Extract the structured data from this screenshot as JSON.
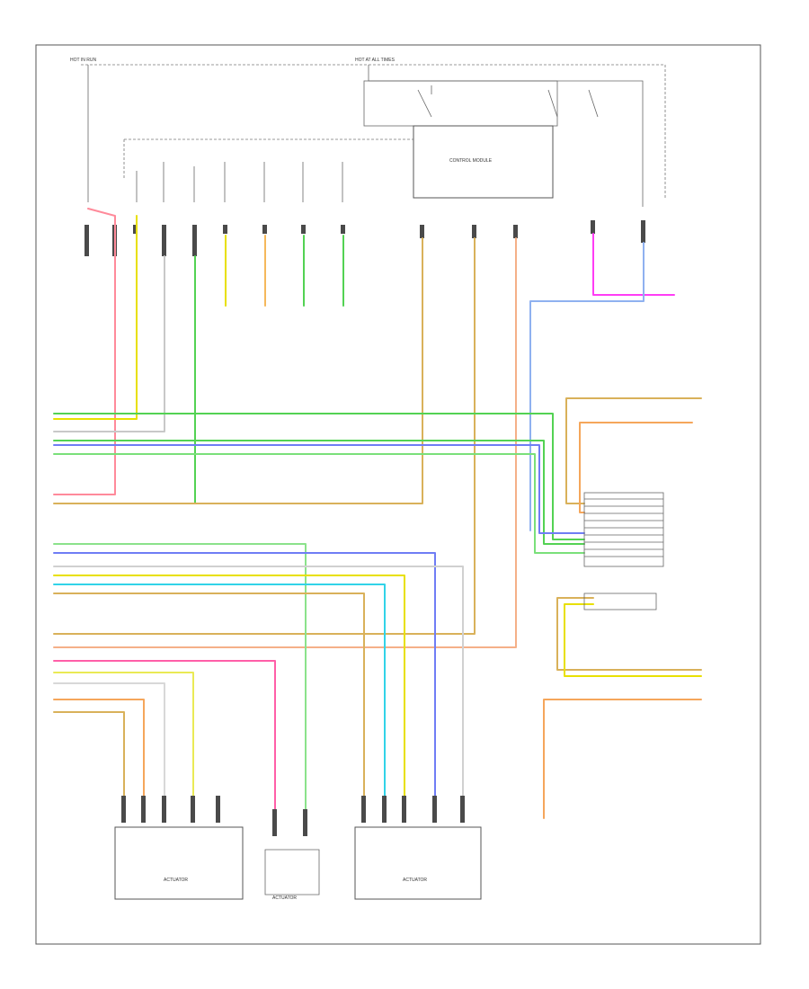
{
  "diagram": {
    "title": "",
    "footer_code": "",
    "top_labels": {
      "hot_left": "HOT IN RUN",
      "hot_right": "HOT AT ALL TIMES"
    },
    "modules": {
      "control_module": "CONTROL MODULE",
      "actuator_left": "ACTUATOR",
      "actuator_right": "ACTUATOR",
      "actuator_mid": "ACTUATOR"
    },
    "colors": {
      "red": "#ff8a9a",
      "yellow": "#e8e000",
      "green": "#53d253",
      "blue": "#6f7df5",
      "orange": "#f5a65b",
      "tan": "#d9b15a",
      "magenta": "#ff3df5",
      "lightblue": "#8fb1f0",
      "cyan": "#31d3e8",
      "grey": "#b8b8b8",
      "pink": "#ff5fa8"
    }
  }
}
